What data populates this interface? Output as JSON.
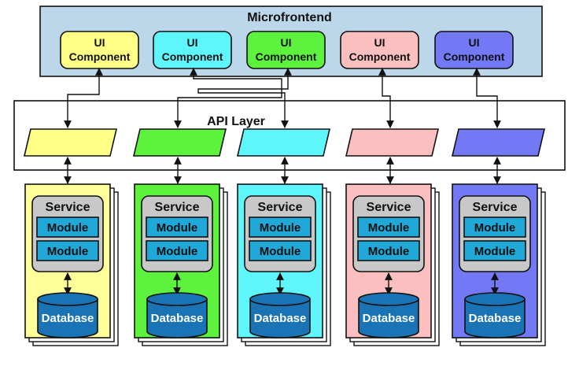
{
  "microfrontend": {
    "title": "Microfrontend",
    "background": "#bcd7ea",
    "components": [
      {
        "line1": "UI",
        "line2": "Component",
        "color": "#ffff88"
      },
      {
        "line1": "UI",
        "line2": "Component",
        "color": "#5ff6fb"
      },
      {
        "line1": "UI",
        "line2": "Component",
        "color": "#5cf23e"
      },
      {
        "line1": "UI",
        "line2": "Component",
        "color": "#fcbfbf"
      },
      {
        "line1": "UI",
        "line2": "Component",
        "color": "#7378f5"
      }
    ]
  },
  "api_layer": {
    "title": "API Layer",
    "endpoint_colors": [
      "#ffff88",
      "#5cf23e",
      "#5ff6fb",
      "#fcbfbf",
      "#7378f5"
    ]
  },
  "services": [
    {
      "color": "#ffff99",
      "service_label": "Service",
      "modules": [
        "Module",
        "Module"
      ],
      "database_label": "Database"
    },
    {
      "color": "#5cf23e",
      "service_label": "Service",
      "modules": [
        "Module",
        "Module"
      ],
      "database_label": "Database"
    },
    {
      "color": "#5ff6fb",
      "service_label": "Service",
      "modules": [
        "Module",
        "Module"
      ],
      "database_label": "Database"
    },
    {
      "color": "#fcbfbf",
      "service_label": "Service",
      "modules": [
        "Module",
        "Module"
      ],
      "database_label": "Database"
    },
    {
      "color": "#7378f5",
      "service_label": "Service",
      "modules": [
        "Module",
        "Module"
      ],
      "database_label": "Database"
    }
  ],
  "colors": {
    "outline": "#111111",
    "service_box": "#c8c8c8",
    "module_box": "#1fa8d8",
    "database": "#1a73b4"
  }
}
